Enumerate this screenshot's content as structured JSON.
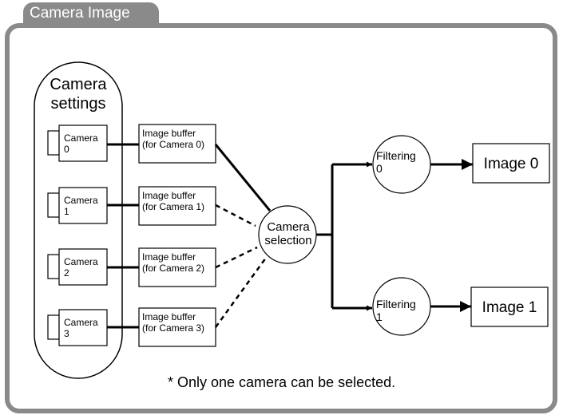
{
  "header": {
    "title": "Camera Image"
  },
  "settings": {
    "title_line1": "Camera",
    "title_line2": "settings"
  },
  "cameras": [
    {
      "line1": "Camera",
      "line2": "0",
      "buffer_line1": "Image buffer",
      "buffer_line2": "(for Camera 0)"
    },
    {
      "line1": "Camera",
      "line2": "1",
      "buffer_line1": "Image buffer",
      "buffer_line2": "(for Camera 1)"
    },
    {
      "line1": "Camera",
      "line2": "2",
      "buffer_line1": "Image buffer",
      "buffer_line2": "(for Camera 2)"
    },
    {
      "line1": "Camera",
      "line2": "3",
      "buffer_line1": "Image buffer",
      "buffer_line2": "(for Camera 3)"
    }
  ],
  "selection": {
    "line1": "Camera",
    "line2": "selection"
  },
  "filters": [
    {
      "line1": "Filtering",
      "line2": "0"
    },
    {
      "line1": "Filtering",
      "line2": "1"
    }
  ],
  "outputs": [
    "Image 0",
    "Image 1"
  ],
  "note": "* Only one camera can be selected."
}
